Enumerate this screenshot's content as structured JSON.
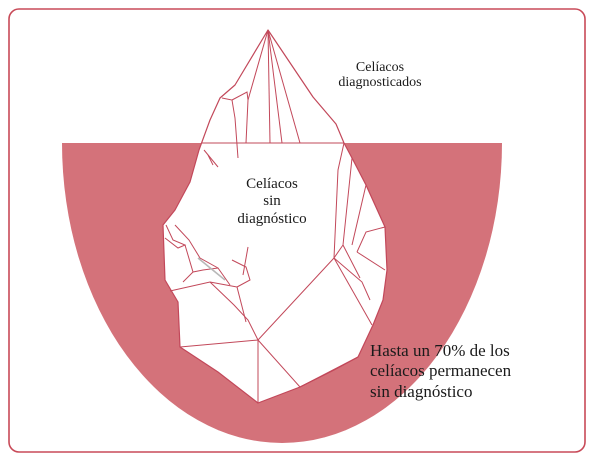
{
  "colors": {
    "accent": "#d4727a",
    "frame": "#c84a58",
    "iceberg_stroke": "#c2485a",
    "iceberg_fill": "#ffffff"
  },
  "labels": {
    "diagnosed": [
      "Celíacos",
      "diagnosticados"
    ],
    "undiagnosed": [
      "Celíacos",
      "sin",
      "diagnóstico"
    ],
    "note": [
      "Hasta un 70% de los",
      "celíacos permanecen",
      "sin diagnóstico"
    ]
  }
}
